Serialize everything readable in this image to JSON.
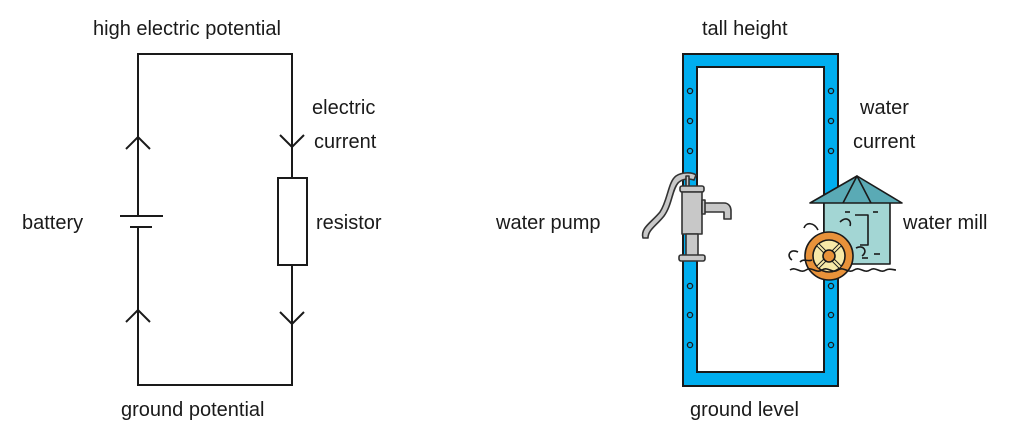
{
  "circuit": {
    "top_label": "high electric potential",
    "current_label_line1": "electric",
    "current_label_line2": "current",
    "battery_label": "battery",
    "resistor_label": "resistor",
    "bottom_label": "ground potential"
  },
  "water_analogy": {
    "top_label": "tall height",
    "current_label_line1": "water",
    "current_label_line2": "current",
    "pump_label": "water pump",
    "mill_label": "water mill",
    "bottom_label": "ground level"
  },
  "colors": {
    "wire": "#1a1a1a",
    "pipe": "#00AEEF",
    "pump_metal": "#C8C8C8",
    "mill_roof": "#5AAAB5",
    "mill_wall": "#A3D6D4",
    "wheel": "#E8923A",
    "wheel_inner": "#F7E9A8"
  }
}
